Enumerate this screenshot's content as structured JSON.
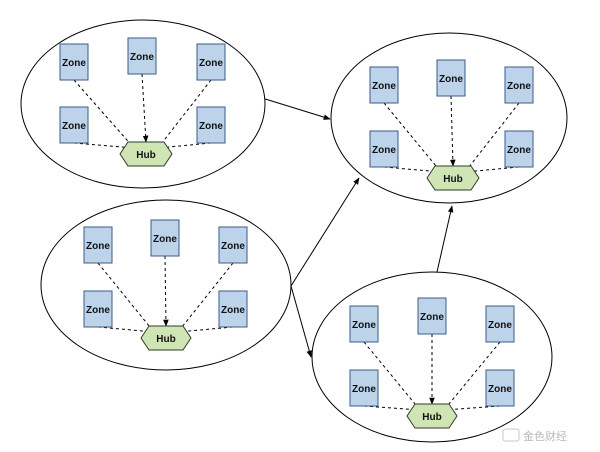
{
  "labels": {
    "zone": "Zone",
    "hub": "Hub"
  },
  "colors": {
    "zone_fill": "#bcd3ea",
    "zone_stroke": "#3b5b86",
    "hub_fill": "#cfe6b4",
    "line": "#000000"
  },
  "watermark": {
    "text": "金色财经"
  }
}
